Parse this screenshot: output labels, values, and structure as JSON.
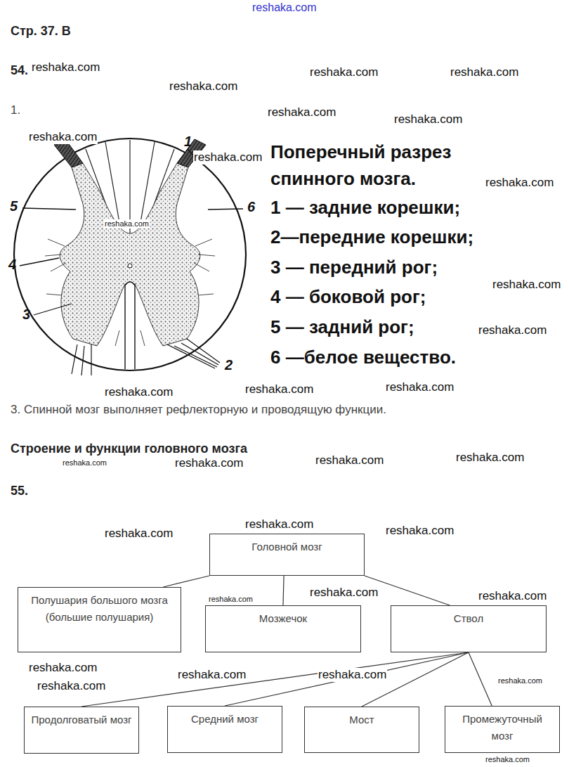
{
  "diagram": {
    "nodes": [
      {
        "text": [
          "Головной мозг"
        ]
      },
      {
        "text": [
          "Полушария большого мозга (большие полушария)"
        ]
      },
      {
        "text": [
          "Мозжечок"
        ]
      },
      {
        "text": [
          "Ствол"
        ]
      },
      {
        "text": [
          "Продолговатый мозг"
        ]
      },
      {
        "text": [
          "Средний мозг"
        ]
      },
      {
        "text": [
          "Мост"
        ]
      },
      {
        "text": [
          "Промежуточный мозг"
        ]
      }
    ],
    "edges": [
      {
        "from": 0,
        "to": 1,
        "arrow": "none"
      },
      {
        "from": 0,
        "to": 2,
        "arrow": "none"
      },
      {
        "from": 0,
        "to": 3,
        "arrow": "none"
      },
      {
        "from": 3,
        "to": 4,
        "arrow": "none"
      },
      {
        "from": 3,
        "to": 5,
        "arrow": "none"
      },
      {
        "from": 3,
        "to": 6,
        "arrow": "none"
      },
      {
        "from": 3,
        "to": 7,
        "arrow": "none"
      }
    ],
    "labels": [
      "reshaka.com",
      "Стр. 37. В",
      "54.",
      "reshaka.com",
      "reshaka.com",
      "reshaka.com",
      "reshaka.com",
      "1.",
      "reshaka.com",
      "reshaka.com",
      "reshaka.com",
      "1",
      "Поперечный разрез спинного мозга.",
      "5",
      "6",
      "reshaka.com",
      "1 — задние корешки;",
      "reshaka.com",
      "reshaka.com",
      "2—передние корешки;",
      "3 — передний рог;",
      "4",
      "reshaka.com",
      "4 — боковой рог;",
      "reshaka.com",
      "5 — задний рог;",
      "3",
      "6 —белое вещество.",
      "2",
      "reshaka.com",
      "reshaka.com",
      "reshaka.com",
      "3. Спинной мозг выполняет рефлекторную и проводящую функции.",
      "Строение и функции головного мозга",
      "reshaka.com",
      "reshaka.com",
      "reshaka.com",
      "reshaka.com",
      "55.",
      "reshaka.com",
      "reshaka.com",
      "reshaka.com",
      "reshaka.com",
      "reshaka.com",
      "reshaka.com",
      "reshaka.com",
      "reshaka.com",
      "reshaka.com",
      "reshaka.com",
      "reshaka.com",
      "reshaka.com"
    ]
  }
}
